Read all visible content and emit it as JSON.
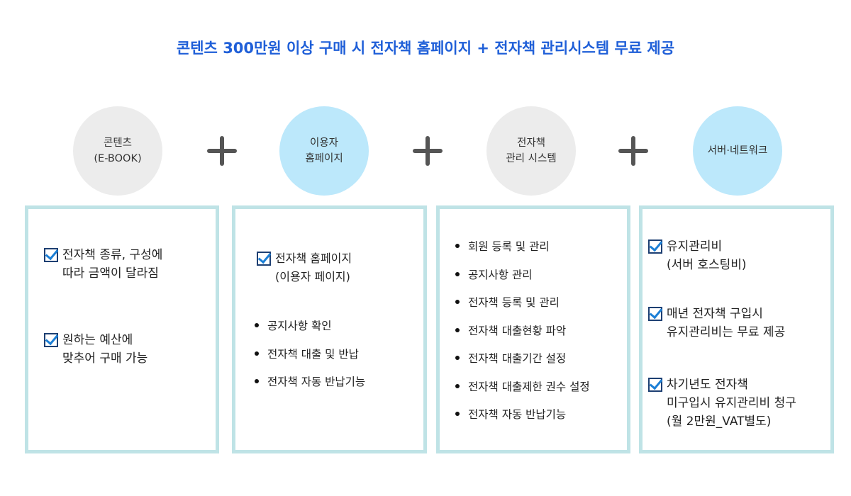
{
  "title": "콘텐츠 300만원 이상 구매 시 전자책 홈페이지 + 전자책 관리시스템 무료 제공",
  "circles": [
    "콘텐츠\n(E-BOOK)",
    "이용자\n홈페이지",
    "전자책\n관리 시스템",
    "서버·네트워크"
  ],
  "box1": {
    "checks": [
      "전자책 종류, 구성에\n따라 금액이 달라짐",
      "원하는 예산에\n맞추어 구매 가능"
    ]
  },
  "box2": {
    "check": "전자책 홈페이지\n  (이용자 페이지)",
    "items": [
      "공지사항 확인",
      "전자책 대출 및 반납",
      "전자책 자동 반납기능"
    ]
  },
  "box3": {
    "items": [
      "회원 등록 및 관리",
      "공지사항 관리",
      "전자책 등록 및 관리",
      "전자책 대출현황 파악",
      "전자책 대출기간 설정",
      "전자책 대출제한 권수 설정",
      "전자책 자동 반납기능"
    ]
  },
  "box4": {
    "checks": [
      " 유지관리비\n (서버 호스팅비)",
      " 매년 전자책 구입시\n유지관리비는 무료 제공",
      " 차기년도 전자책\n미구입시 유지관리비 청구\n(월 2만원_VAT별도)"
    ]
  }
}
